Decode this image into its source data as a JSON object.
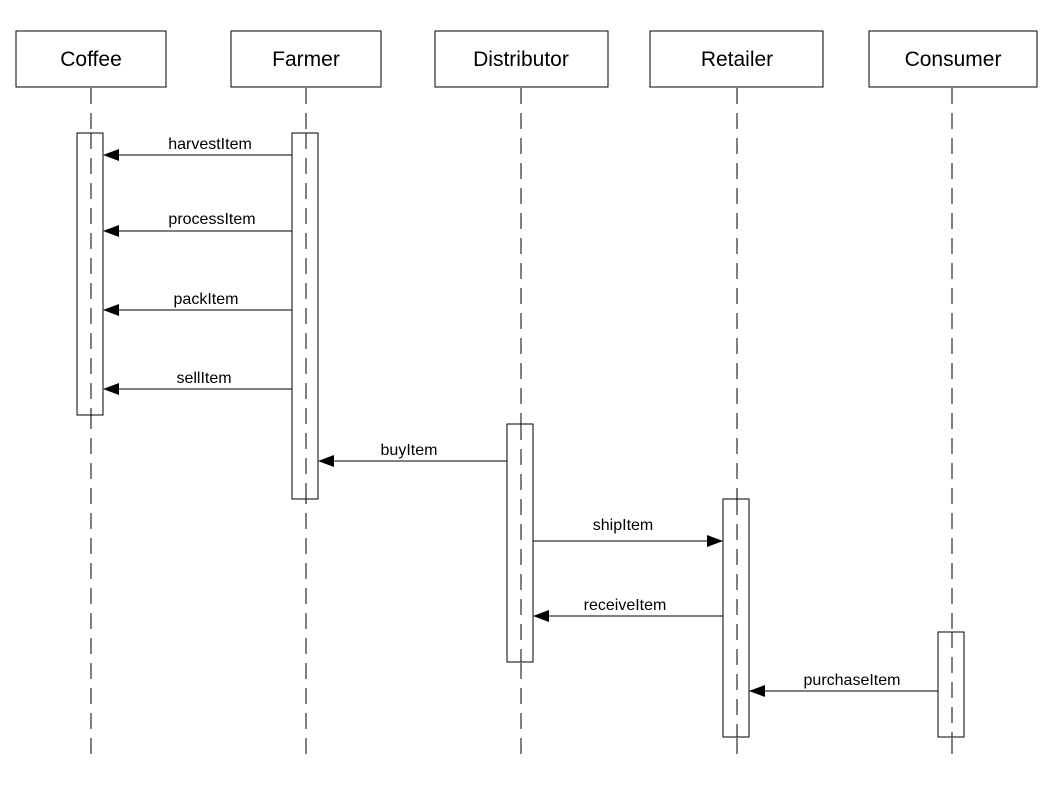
{
  "diagram": {
    "type": "sequence",
    "lifelines": [
      {
        "id": "coffee",
        "label": "Coffee"
      },
      {
        "id": "farmer",
        "label": "Farmer"
      },
      {
        "id": "distributor",
        "label": "Distributor"
      },
      {
        "id": "retailer",
        "label": "Retailer"
      },
      {
        "id": "consumer",
        "label": "Consumer"
      }
    ],
    "messages": [
      {
        "label": "harvestItem",
        "from": "farmer",
        "to": "coffee"
      },
      {
        "label": "processItem",
        "from": "farmer",
        "to": "coffee"
      },
      {
        "label": "packItem",
        "from": "farmer",
        "to": "coffee"
      },
      {
        "label": "sellItem",
        "from": "farmer",
        "to": "coffee"
      },
      {
        "label": "buyItem",
        "from": "distributor",
        "to": "farmer"
      },
      {
        "label": "shipItem",
        "from": "distributor",
        "to": "retailer"
      },
      {
        "label": "receiveItem",
        "from": "retailer",
        "to": "distributor"
      },
      {
        "label": "purchaseItem",
        "from": "consumer",
        "to": "retailer"
      }
    ]
  }
}
